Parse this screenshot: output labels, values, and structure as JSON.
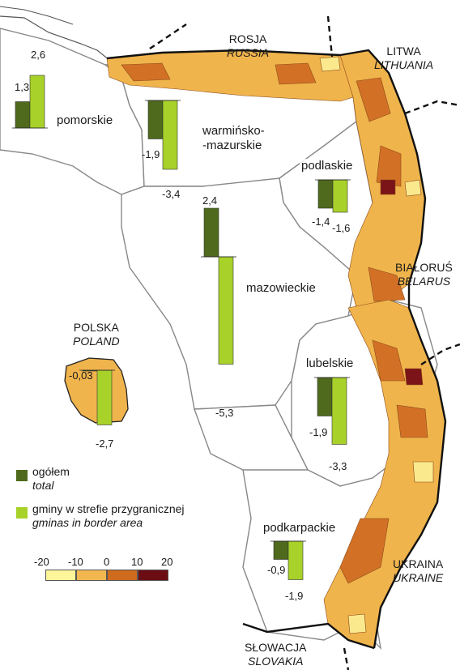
{
  "countries": {
    "russia": {
      "pl": "ROSJA",
      "en": "RUSSIA"
    },
    "lithuania": {
      "pl": "LITWA",
      "en": "LITHUANIA"
    },
    "belarus": {
      "pl": "BIAŁORUŚ",
      "en": "BELARUS"
    },
    "ukraine": {
      "pl": "UKRAINA",
      "en": "UKRAINE"
    },
    "slovakia": {
      "pl": "SŁOWACJA",
      "en": "SLOVAKIA"
    },
    "poland": {
      "pl": "POLSKA",
      "en": "POLAND"
    }
  },
  "chart_data": {
    "type": "bar",
    "series": [
      {
        "name": "ogółem total",
        "color": "#4f6a1c"
      },
      {
        "name": "gminy w strefie przygranicznej gminas in border area",
        "color": "#a8d12a"
      }
    ],
    "regions": [
      {
        "key": "pomorskie",
        "label": "pomorskie",
        "total": "1,3",
        "border": "2,6",
        "total_value": 1.3,
        "border_value": 2.6
      },
      {
        "key": "warminsko",
        "label": "warmińsko-\n-mazurskie",
        "total": "-1,9",
        "border": "-3,4",
        "total_value": -1.9,
        "border_value": -3.4
      },
      {
        "key": "podlaskie",
        "label": "podlaskie",
        "total": "-1,4",
        "border": "-1,6",
        "total_value": -1.4,
        "border_value": -1.6
      },
      {
        "key": "mazowieckie",
        "label": "mazowieckie",
        "total": "2,4",
        "border": "-5,3",
        "total_value": 2.4,
        "border_value": -5.3
      },
      {
        "key": "lubelskie",
        "label": "lubelskie",
        "total": "-1,9",
        "border": "-3,3",
        "total_value": -1.9,
        "border_value": -3.3
      },
      {
        "key": "podkarpackie",
        "label": "podkarpackie",
        "total": "-0,9",
        "border": "-1,9",
        "total_value": -0.9,
        "border_value": -1.9
      },
      {
        "key": "poland",
        "label": "",
        "total": "-0,03",
        "border": "-2,7",
        "total_value": -0.03,
        "border_value": -2.7
      }
    ]
  },
  "legend": {
    "total": {
      "pl": "ogółem",
      "en": "total",
      "color": "#4f6a1c"
    },
    "border": {
      "pl": "gminy w strefie przygranicznej",
      "en": "gminas in border area",
      "color": "#a8d12a"
    },
    "scale": {
      "ticks": [
        "-20",
        "-10",
        "0",
        "10",
        "20"
      ],
      "colors": [
        "#fdf59a",
        "#f2b84f",
        "#cf6b1f",
        "#6b0d12"
      ]
    }
  },
  "map_colors": {
    "region_fill": "#ffffff",
    "border_zone_light": "#f0b44c",
    "border_zone_mid": "#d27126",
    "border_zone_dark": "#7a1418",
    "border_zone_pale": "#fbe98e"
  }
}
